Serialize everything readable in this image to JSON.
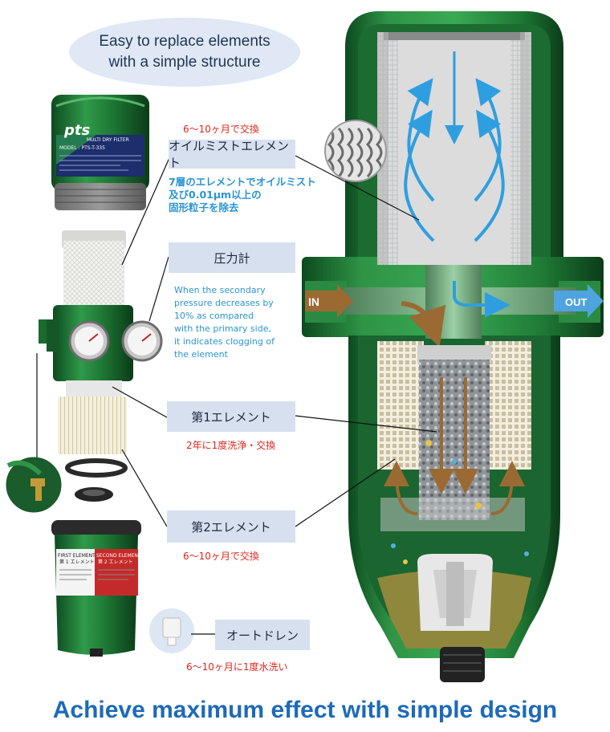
{
  "headline_bubble": {
    "line1": "Easy to replace elements",
    "line2": "with a simple structure"
  },
  "callouts": {
    "oil_mist": {
      "interval": "6〜10ヶ月で交換",
      "label": "オイルミストエレメント",
      "desc_line1": "7層のエレメントでオイルミスト",
      "desc_line2": "及び0.01μm以上の",
      "desc_line3": "固形粒子を除去"
    },
    "pressure_gauge": {
      "label": "圧力計",
      "desc_line1": "When the secondary",
      "desc_line2": "pressure decreases by",
      "desc_line3": "10% as compared",
      "desc_line4": "with the primary side,",
      "desc_line5": "it indicates clogging of",
      "desc_line6": "the element"
    },
    "first_element": {
      "label": "第1エレメント",
      "interval": "2年に1度洗浄・交換"
    },
    "second_element": {
      "label": "第2エレメント",
      "interval": "6〜10ヶ月で交換"
    },
    "auto_drain": {
      "label": "オートドレン",
      "interval": "6〜10ヶ月に1度水洗い"
    }
  },
  "cutaway": {
    "in_label": "IN",
    "out_label": "OUT"
  },
  "product": {
    "brand": "pts",
    "cap_text": "MULTI DRY FILTER",
    "model_text": "MODEL : PTS-T-335",
    "bowl_label_left": "FIRST ELEMENT",
    "bowl_label_left_sub": "第 1 エレメント",
    "bowl_label_right": "SECOND ELEMENT",
    "bowl_label_right_sub": "第 2 エレメント"
  },
  "footer": {
    "title": "Achieve maximum effect with simple design"
  },
  "colors": {
    "housing_green": "#1f7a35",
    "housing_dark": "#0f4d22",
    "label_bg": "#d7e0ef",
    "interval_red": "#e0261c",
    "desc_blue": "#2a95d2",
    "title_blue": "#1e6ab8",
    "flow_blue": "#2f9ee0",
    "flow_brown": "#9b6a33"
  }
}
